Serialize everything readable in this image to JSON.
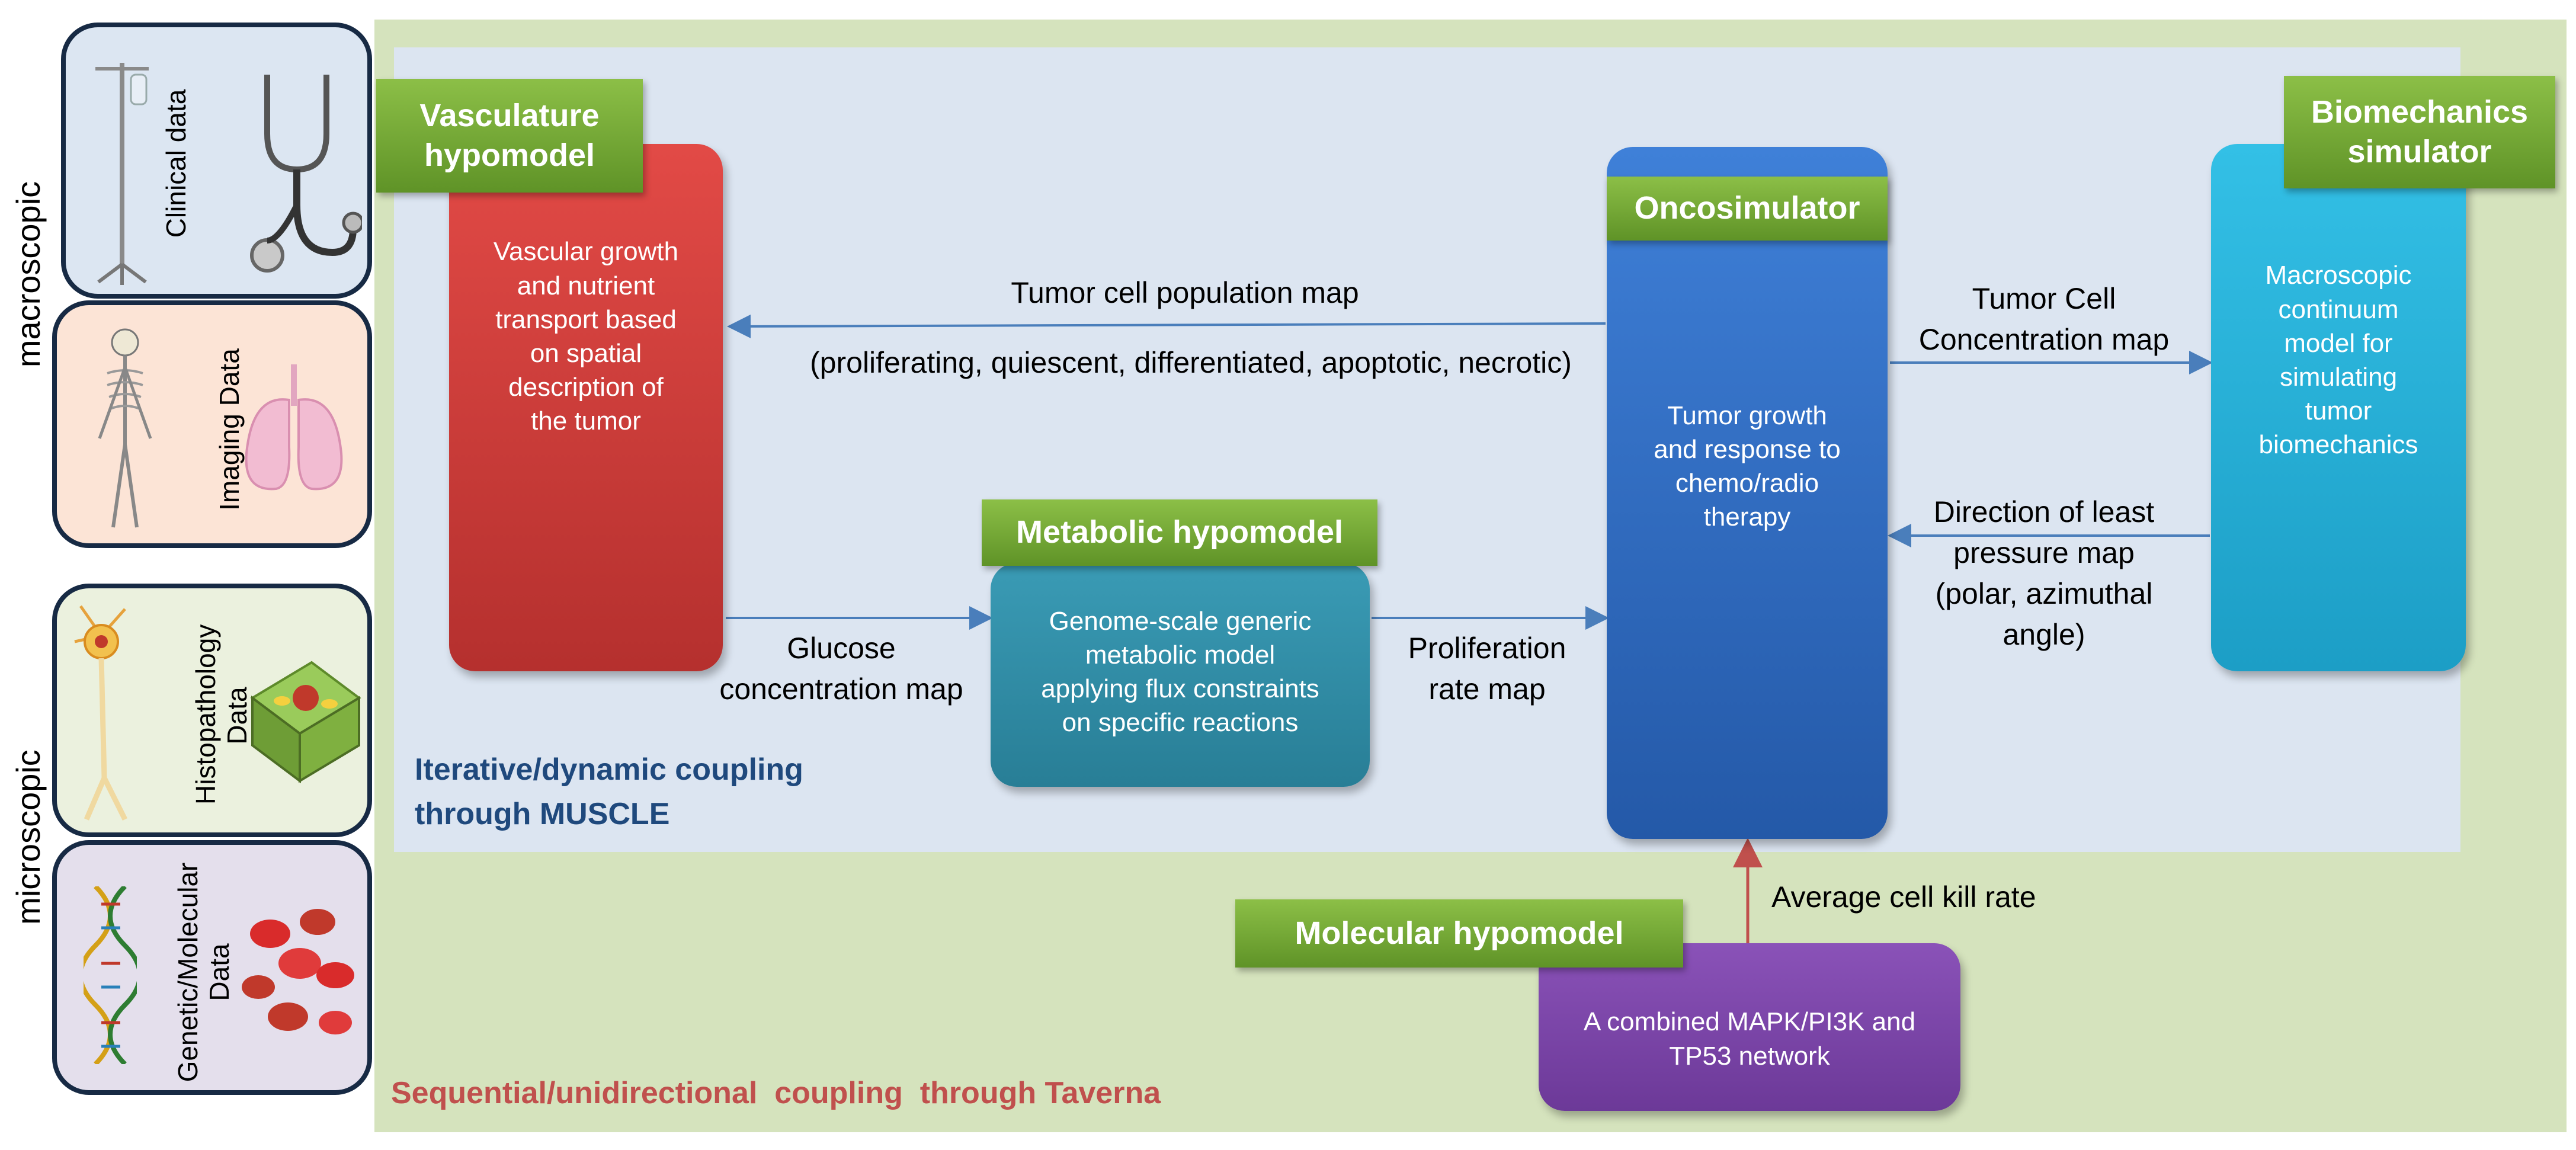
{
  "scale_labels": {
    "macroscopic": "macroscopic",
    "microscopic": "microscopic"
  },
  "data_sources": {
    "clinical": "Clinical data",
    "imaging": "Imaging Data",
    "histopathology": [
      "Histopathology",
      "Data"
    ],
    "genetic": [
      "Genetic/Molecular",
      "Data"
    ]
  },
  "models": {
    "vasculature": {
      "title": [
        "Vasculature",
        "hypomodel"
      ],
      "description": [
        "Vascular growth",
        "and nutrient",
        "transport based",
        "on spatial",
        "description of",
        "the tumor"
      ]
    },
    "metabolic": {
      "title": "Metabolic hypomodel",
      "description": [
        "Genome-scale generic",
        "metabolic model",
        "applying flux constraints",
        "on specific reactions"
      ]
    },
    "oncosimulator": {
      "title": "Oncosimulator",
      "description": [
        "Tumor growth",
        "and response to",
        "chemo/radio",
        "therapy"
      ]
    },
    "biomechanics": {
      "title": [
        "Biomechanics",
        "simulator"
      ],
      "description": [
        "Macroscopic",
        "continuum",
        "model for",
        "simulating",
        "tumor",
        "biomechanics"
      ]
    },
    "molecular": {
      "title": "Molecular hypomodel",
      "description": [
        "A combined MAPK/PI3K and",
        "TP53 network"
      ]
    }
  },
  "flows": {
    "tumor_population": "Tumor cell population map",
    "tumor_population_detail": "(proliferating, quiescent, differentiated, apoptotic, necrotic)",
    "glucose": [
      "Glucose",
      "concentration map"
    ],
    "proliferation": [
      "Proliferation",
      "rate map"
    ],
    "tumor_concentration": [
      "Tumor Cell",
      "Concentration map"
    ],
    "pressure": [
      "Direction of least",
      "pressure map",
      "(polar, azimuthal",
      "angle)"
    ],
    "cell_kill": "Average cell kill rate"
  },
  "coupling": {
    "iterative": [
      "Iterative/dynamic coupling",
      "through MUSCLE"
    ],
    "sequential": "Sequential/unidirectional  coupling  through Taverna"
  },
  "colors": {
    "outer_background": "#d5e3bd",
    "inner_background": "#dce5f1",
    "vasculature": "#c53433",
    "metabolic": "#2f8fa8",
    "oncosimulator": "#2f6cc7",
    "biomechanics": "#2ab2d8",
    "molecular": "#7d45ad",
    "tag_green": "#76ab36",
    "flow_arrow": "#4a7ebb",
    "kill_arrow": "#c0504d",
    "iterative_text": "#1f497d",
    "sequential_text": "#c0504d"
  },
  "icons": [
    "iv-stand-icon",
    "stethoscope-icon",
    "skeleton-icon",
    "lungs-icon",
    "neuron-icon",
    "cell-icon",
    "dna-icon",
    "blood-cells-icon"
  ]
}
